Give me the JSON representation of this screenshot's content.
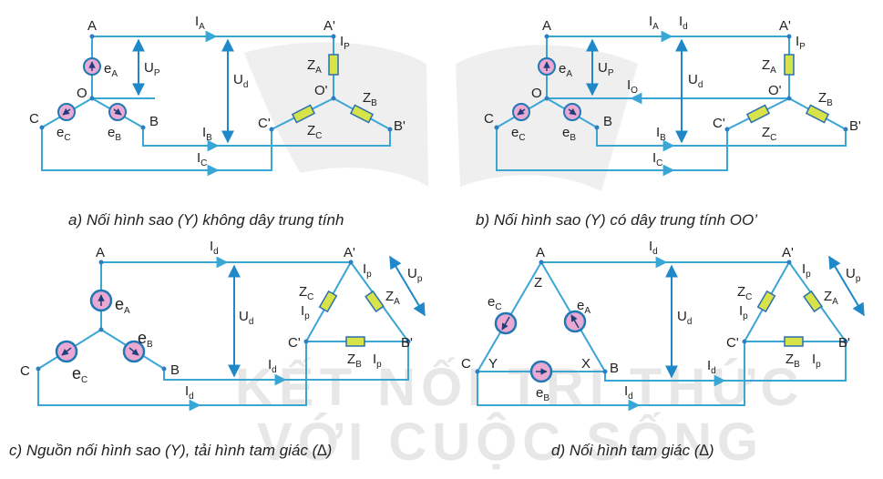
{
  "colors": {
    "wire": "#3aa6d6",
    "arrow": "#1e88c8",
    "source_fill": "#e9a9d3",
    "source_stroke": "#1f78b4",
    "load_fill": "#d8e34a",
    "text": "#222222",
    "watermark": "#e6e6e6"
  },
  "watermark": {
    "line1": "KẾT NỐI TRI THỨC",
    "line2": "VỚI CUỘC SỐNG"
  },
  "panel_a": {
    "caption": "a) Nối hình sao (Y) không dây trung tính",
    "labels": {
      "A": "A",
      "B": "B",
      "C": "C",
      "O": "O",
      "A2": "A'",
      "B2": "B'",
      "C2": "C'",
      "O2": "O'"
    },
    "sources": [
      "e",
      "A",
      "e",
      "B",
      "e",
      "C"
    ],
    "loads": [
      "Z",
      "A",
      "Z",
      "B",
      "Z",
      "C"
    ],
    "currents": [
      "I",
      "A",
      "I",
      "B",
      "I",
      "C",
      "I",
      "P"
    ],
    "voltages": [
      "U",
      "P",
      "U",
      "d"
    ]
  },
  "panel_b": {
    "caption": "b) Nối hình sao (Y) có dây trung tính OO’",
    "labels": {
      "A": "A",
      "B": "B",
      "C": "C",
      "O": "O",
      "A2": "A'",
      "B2": "B'",
      "C2": "C'",
      "O2": "O'"
    },
    "sources": [
      "e",
      "A",
      "e",
      "B",
      "e",
      "C"
    ],
    "loads": [
      "Z",
      "A",
      "Z",
      "B",
      "Z",
      "C"
    ],
    "currents": [
      "I",
      "A",
      "I",
      "d",
      "I",
      "O",
      "I",
      "B",
      "I",
      "C",
      "I",
      "P"
    ],
    "voltages": [
      "U",
      "P",
      "U",
      "d"
    ]
  },
  "panel_c": {
    "caption": "c) Nguồn nối hình sao (Y), tải hình tam giác (∆)",
    "labels": {
      "A": "A",
      "B": "B",
      "C": "C",
      "A2": "A'",
      "B2": "B'",
      "C2": "C'"
    },
    "sources": [
      "e",
      "A",
      "e",
      "B",
      "e",
      "C"
    ],
    "loads": [
      "Z",
      "A",
      "Z",
      "B",
      "Z",
      "C"
    ],
    "currents": [
      "I",
      "d",
      "I",
      "d",
      "I",
      "d",
      "I",
      "p",
      "I",
      "p",
      "I",
      "p"
    ],
    "voltages": [
      "U",
      "d",
      "U",
      "p"
    ]
  },
  "panel_d": {
    "caption": "d) Nối hình tam giác (∆)",
    "labels": {
      "A": "A",
      "B": "B",
      "C": "C",
      "X": "X",
      "Y": "Y",
      "Z": "Z",
      "A2": "A'",
      "B2": "B'",
      "C2": "C'"
    },
    "sources": [
      "e",
      "A",
      "e",
      "B",
      "e",
      "C"
    ],
    "loads": [
      "Z",
      "A",
      "Z",
      "B",
      "Z",
      "C"
    ],
    "currents": [
      "I",
      "d",
      "I",
      "d",
      "I",
      "d",
      "I",
      "p",
      "I",
      "p",
      "I",
      "p"
    ],
    "voltages": [
      "U",
      "d",
      "U",
      "p"
    ]
  }
}
